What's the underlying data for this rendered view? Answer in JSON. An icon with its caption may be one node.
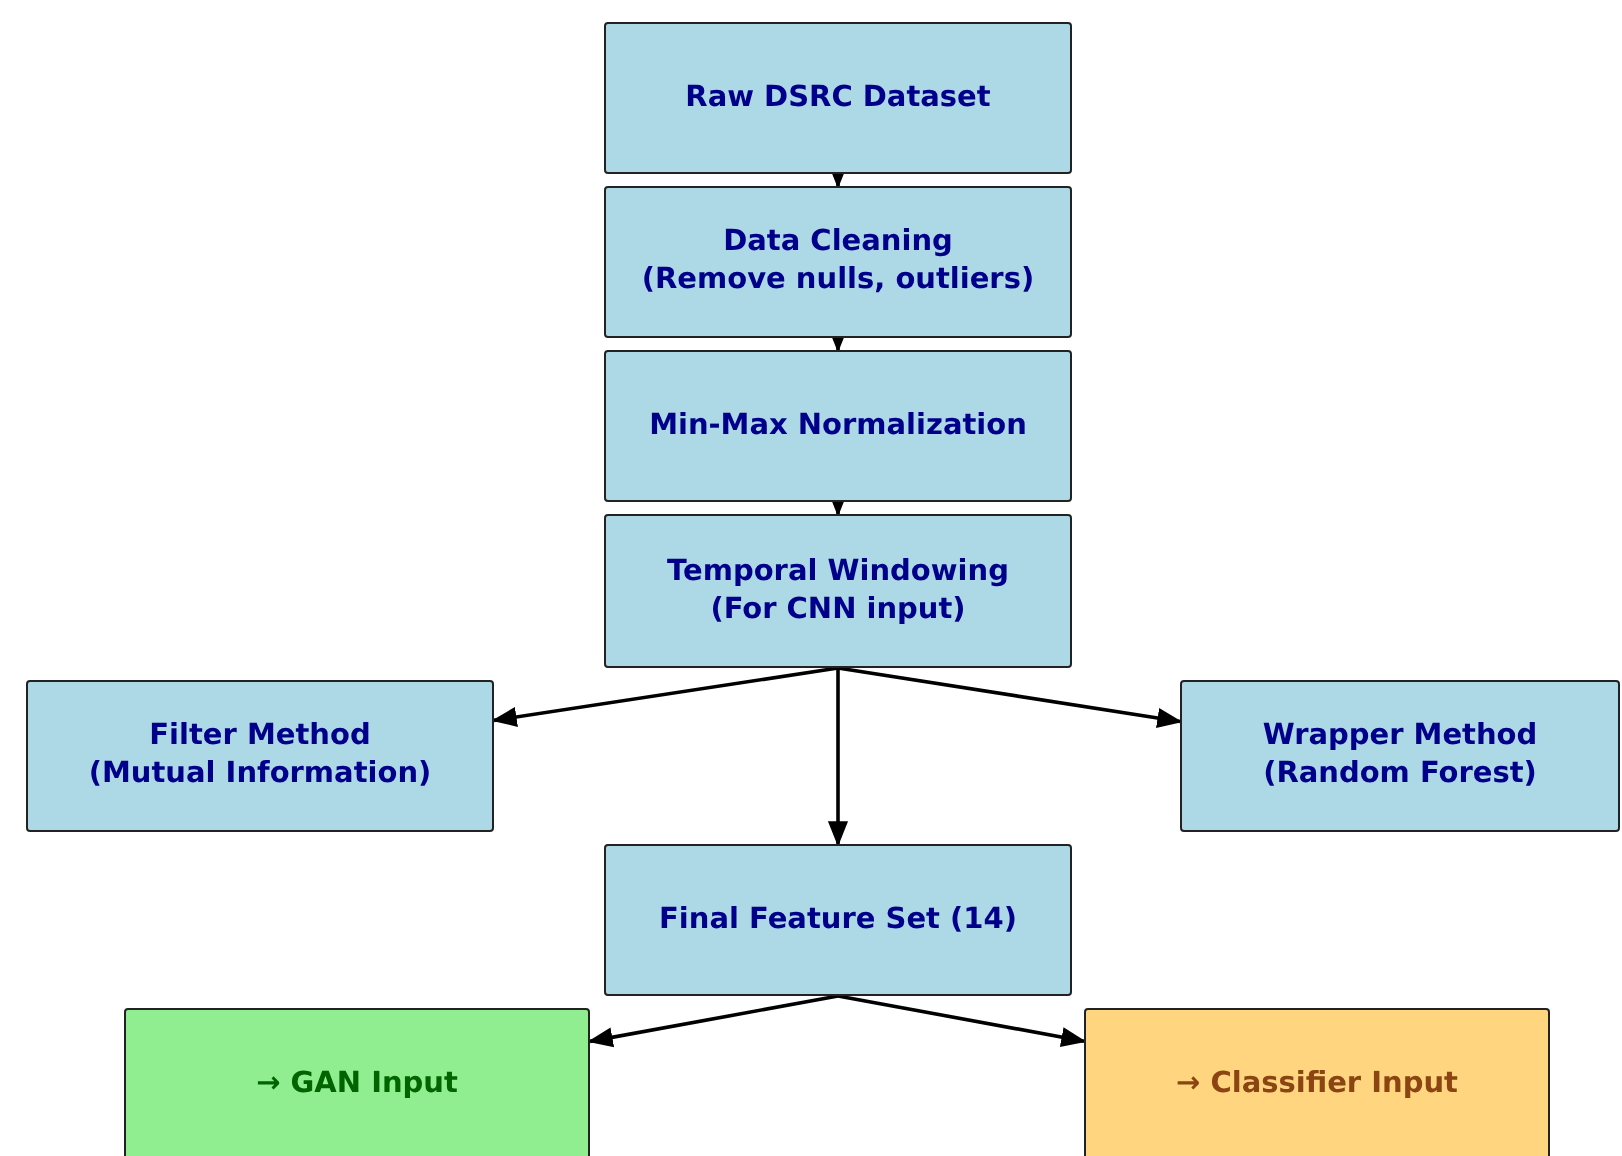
{
  "diagram": {
    "nodes": [
      {
        "text": [
          "Raw DSRC Dataset"
        ]
      },
      {
        "text": [
          "Data Cleaning",
          "(Remove nulls, outliers)"
        ]
      },
      {
        "text": [
          "Min-Max Normalization"
        ]
      },
      {
        "text": [
          "Temporal Windowing",
          "(For CNN input)"
        ]
      },
      {
        "text": [
          "Filter Method",
          "(Mutual Information)"
        ]
      },
      {
        "text": [
          "Wrapper Method",
          "(Random Forest)"
        ]
      },
      {
        "text": [
          "Final Feature Set (14)"
        ]
      },
      {
        "text": [
          "→ GAN Input"
        ]
      },
      {
        "text": [
          "→ Classifier Input"
        ]
      }
    ],
    "edges": [
      {
        "from": 0,
        "to": 1,
        "arrow": "to"
      },
      {
        "from": 1,
        "to": 2,
        "arrow": "to"
      },
      {
        "from": 2,
        "to": 3,
        "arrow": "to"
      },
      {
        "from": 3,
        "to": 4,
        "arrow": "to"
      },
      {
        "from": 3,
        "to": 5,
        "arrow": "to"
      },
      {
        "from": 3,
        "to": 6,
        "arrow": "to"
      },
      {
        "from": 6,
        "to": 7,
        "arrow": "to"
      },
      {
        "from": 6,
        "to": 8,
        "arrow": "to"
      }
    ]
  }
}
